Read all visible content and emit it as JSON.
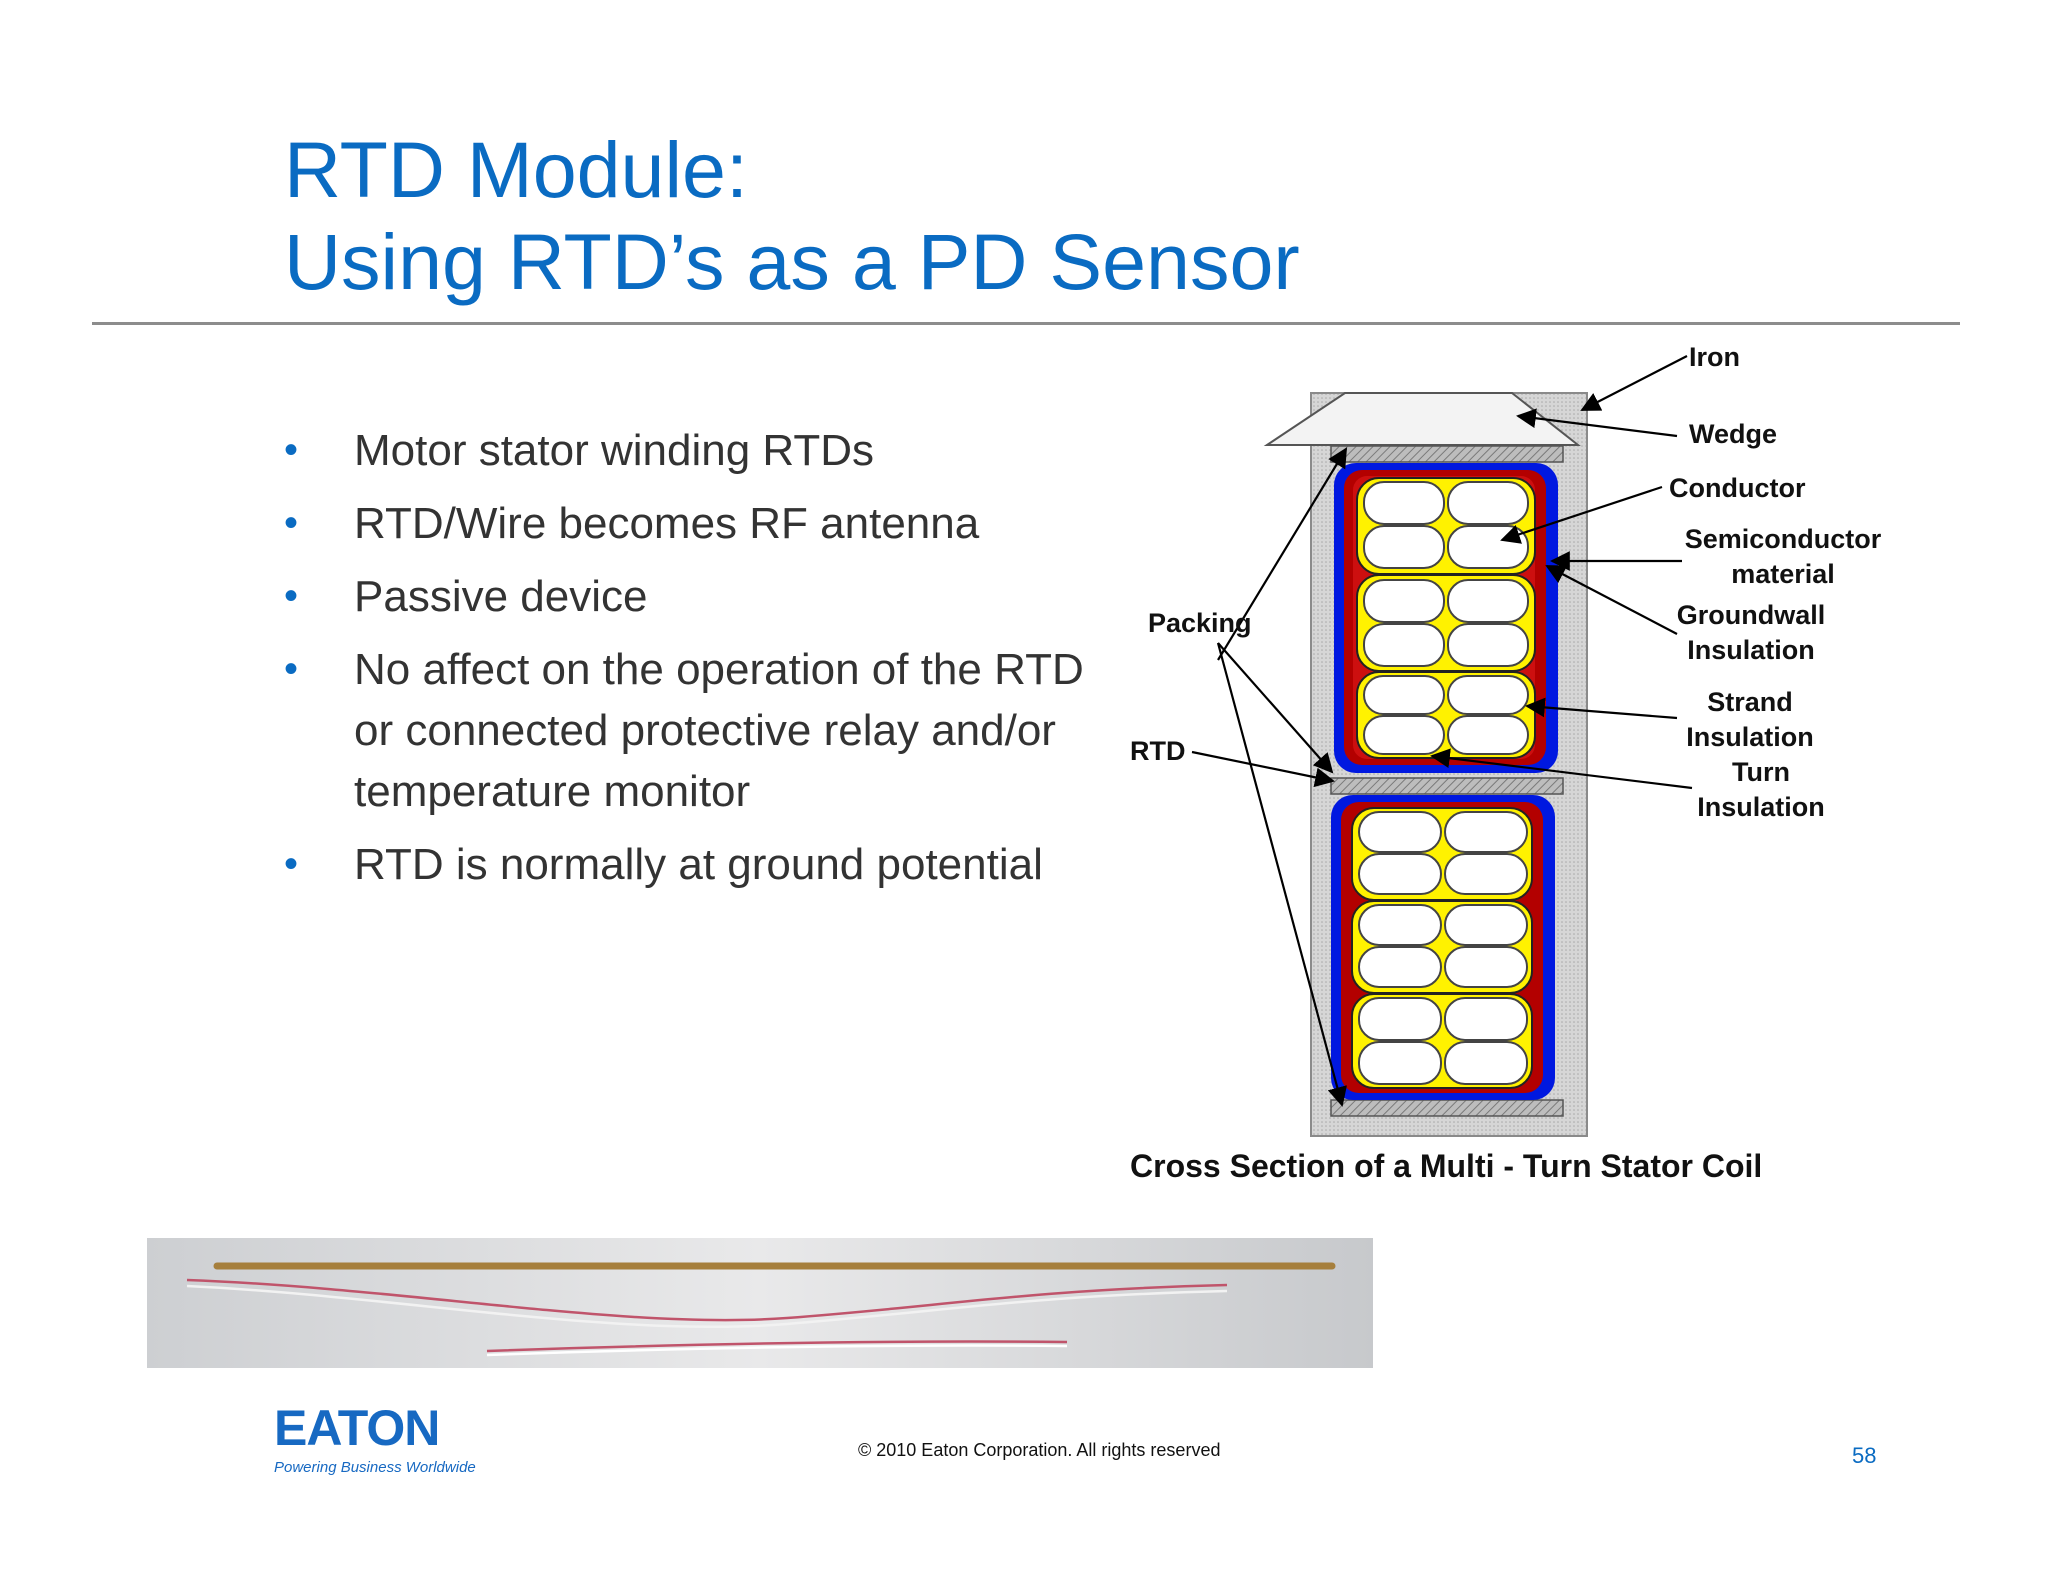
{
  "slide": {
    "title_line1": "RTD Module:",
    "title_line2": "Using RTD’s as a PD Sensor",
    "accent_color": "#0a6bc2",
    "bullet_glyph": "•",
    "bullets": [
      "Motor stator winding RTDs",
      "RTD/Wire becomes RF antenna",
      "Passive device",
      "No affect on the operation of the RTD or connected protective relay and/or temperature monitor",
      "RTD is normally at ground potential"
    ]
  },
  "diagram": {
    "labels": {
      "iron": "Iron",
      "wedge": "Wedge",
      "conductor": "Conductor",
      "semiconductor_1": "Semiconductor",
      "semiconductor_2": "material",
      "groundwall_1": "Groundwall",
      "groundwall_2": "Insulation",
      "strand_1": "Strand",
      "strand_2": "Insulation",
      "turn_1": "Turn",
      "turn_2": "Insulation",
      "packing": "Packing",
      "rtd": "RTD"
    },
    "caption": "Cross Section of a Multi - Turn Stator Coil",
    "colors": {
      "iron": "#cfcfcf",
      "groundwall": "#0018e0",
      "semiconductor": "#b30000",
      "turn_insulation": "#fff200",
      "conductor": "#ffffff"
    }
  },
  "footer": {
    "logo_text": "EATON",
    "logo_tagline": "Powering Business Worldwide",
    "copyright": "© 2010 Eaton Corporation. All rights reserved",
    "page_number": "58"
  }
}
